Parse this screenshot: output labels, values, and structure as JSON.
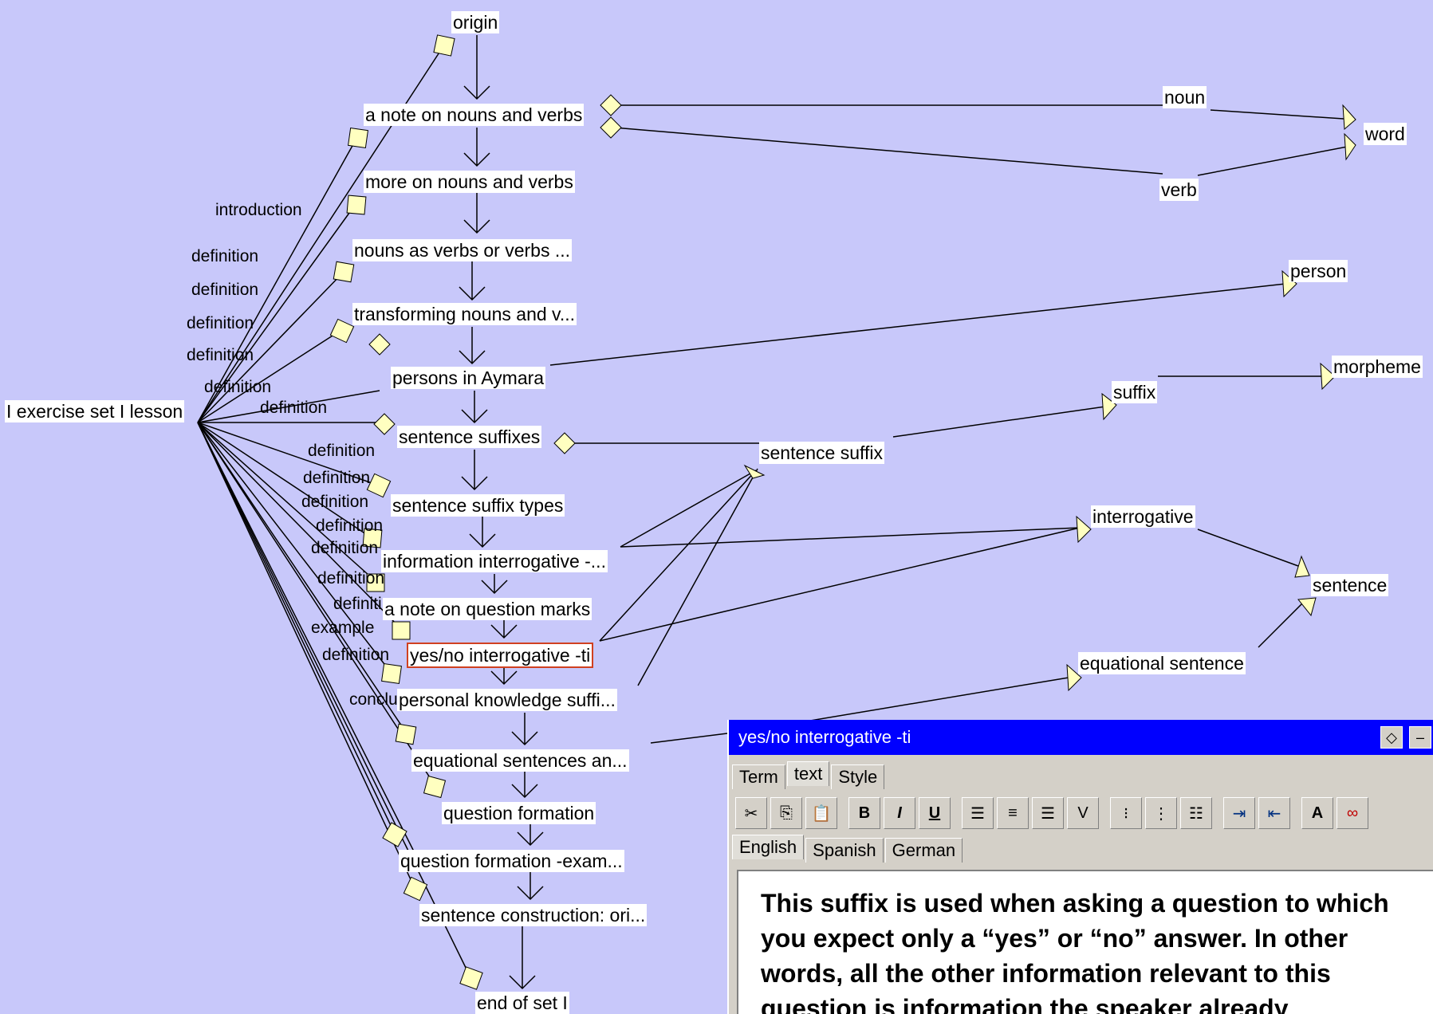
{
  "graph": {
    "nodes": {
      "exercise": "I exercise set I lesson",
      "origin": "origin",
      "note_nouns": "a note on nouns and verbs",
      "more_nouns": "more on nouns and verbs",
      "nouns_as_verbs": "nouns as verbs or verbs ...",
      "transforming": "transforming nouns and v...",
      "persons_aymara": "persons in Aymara",
      "sentence_suffixes": "sentence suffixes",
      "sentence_suffix_types": "sentence suffix types",
      "info_interrogative": "information interrogative -...",
      "note_question_marks": "a note on question marks",
      "yesno": "yes/no interrogative -ti",
      "personal_knowledge": "personal knowledge suffi...",
      "equational_sentences": "equational sentences an...",
      "question_formation": "question formation",
      "question_formation_ex": "question formation -exam...",
      "sentence_construction": "sentence construction: ori...",
      "end_set": "end of set I",
      "noun": "noun",
      "verb": "verb",
      "word": "word",
      "person": "person",
      "morpheme": "morpheme",
      "suffix": "suffix",
      "sentence_suffix": "sentence suffix",
      "interrogative": "interrogative",
      "sentence": "sentence",
      "equational_sentence": "equational sentence"
    },
    "edge_labels": {
      "introduction": "introduction",
      "def1": "definition",
      "def2": "definition",
      "def3": "definition",
      "def4": "definition",
      "def5": "definition",
      "def6": "definition",
      "def7": "definition",
      "def8": "definition",
      "def9": "definition",
      "def10": "definition",
      "def11": "definition",
      "def12": "definition",
      "def13": "definiti",
      "example": "example",
      "def14": "definition",
      "conclusion": "conclu"
    }
  },
  "editor": {
    "title": "yes/no interrogative -ti",
    "tabs": [
      "Term",
      "text",
      "Style"
    ],
    "active_tab": "text",
    "language_tabs": [
      "English",
      "Spanish",
      "German"
    ],
    "active_language": "English",
    "toolbar": {
      "cut": "cut-icon",
      "copy": "copy-icon",
      "paste": "paste-icon",
      "bold": "B",
      "italic": "I",
      "underline": "U",
      "align_left": "align-left-icon",
      "align_center": "align-center-icon",
      "align_right": "align-right-icon",
      "justify": "V",
      "bullet_list": "bullet-list-icon",
      "numbered_list": "numbered-list-icon",
      "list": "list-icon",
      "indent": "indent-icon",
      "outdent": "outdent-icon",
      "font": "A",
      "link": "link-icon"
    },
    "text": "This suffix is used when asking a question to which you expect only a “yes” or “no” answer.  In other words, all the other information relevant to this question is information the speaker already"
  },
  "colors": {
    "background": "#c8c8fa",
    "titlebar": "#0000ff",
    "panel": "#d4d0c8",
    "connector": "#ffffc0",
    "selection": "#d04020"
  }
}
